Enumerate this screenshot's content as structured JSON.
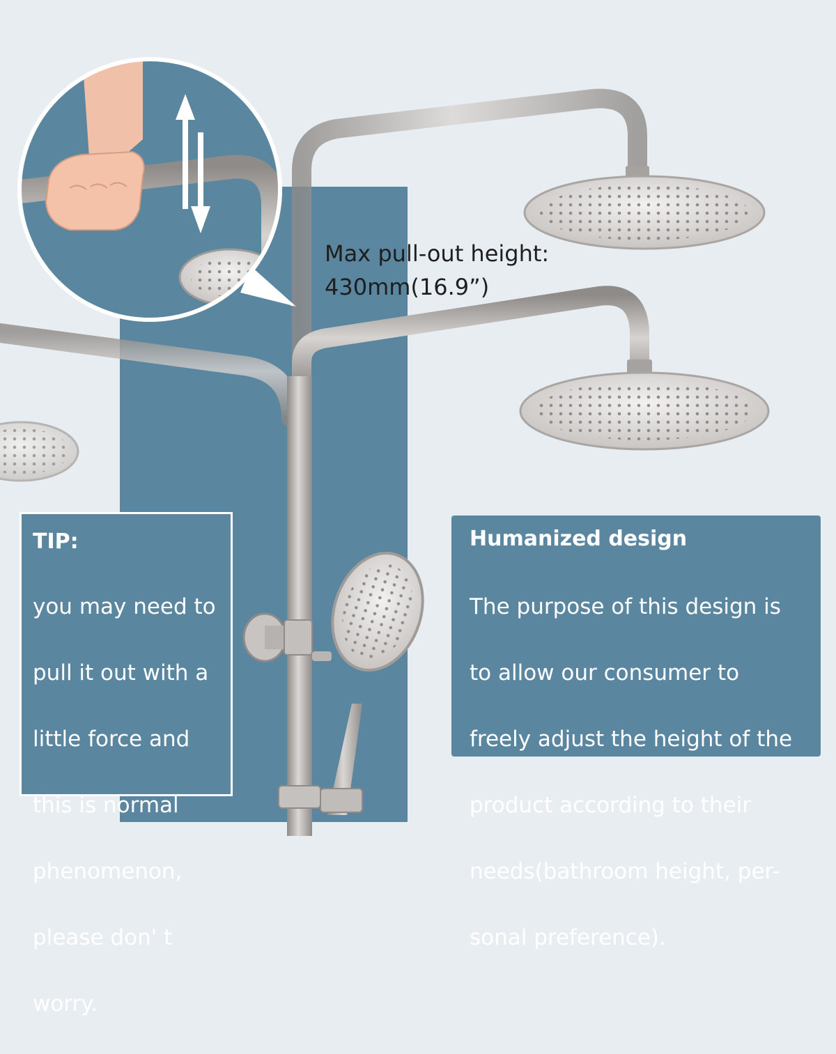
{
  "colors": {
    "background": "#e8edf2",
    "panel_blue": "#5b86a0",
    "card_text": "#ffffff",
    "caption_text": "#1e1e1e",
    "metal": "#b9b6b3"
  },
  "caption": {
    "line1": "Max pull-out height:",
    "line2": "430mm(16.9”)"
  },
  "tip": {
    "title": "TIP:",
    "lines": [
      "you may need to",
      "pull it out with a",
      "little force and",
      "this is normal",
      "phenomenon,",
      "please don' t",
      "worry."
    ]
  },
  "design": {
    "title": "Humanized design",
    "lines": [
      "The purpose of this design is",
      "to allow our consumer to",
      "freely adjust the height of the",
      "product according to their",
      "needs(bathroom height, per-",
      "sonal preference)."
    ]
  },
  "icons": {
    "adjust_arrows": "up-down-arrows-icon",
    "hand": "hand-grip-icon"
  }
}
